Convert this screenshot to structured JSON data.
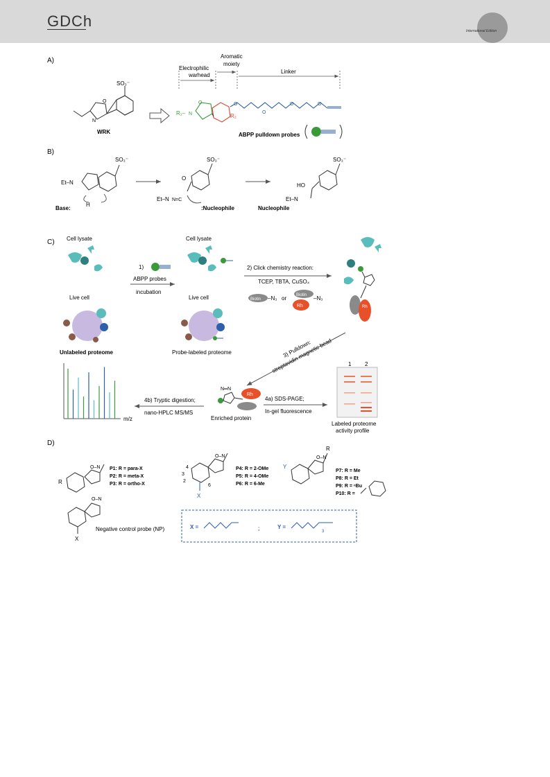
{
  "header": {
    "logo_text": "GDCh",
    "edition": "International Edition"
  },
  "panel_labels": [
    "A)",
    "B)",
    "C)",
    "D)"
  ],
  "panelA": {
    "so3": "SO₃⁻",
    "wrk_label": "WRK",
    "brackets": [
      "Electrophilic",
      "warhead",
      "Aromatic",
      "moiety",
      "Linker"
    ],
    "r1": "R₁–",
    "r2": "R₂",
    "probes_label": "ABPP pulldown probes"
  },
  "panelB": {
    "so3": "SO₃⁻",
    "et_n": "Et–N",
    "base": "Base:",
    "h": "H",
    "o": "O",
    "n_c": "N=C",
    "nucleophile_attack": ":Nucleophile",
    "ho": "HO",
    "nucleophile": "Nucleophile"
  },
  "panelC": {
    "cell_lysate": "Cell lysate",
    "live_cell": "Live cell",
    "step1": "1)",
    "step1_line2": "ABPP probes",
    "step1_line3": "incubation",
    "step2_line1": "2) Click chemistry reaction:",
    "step2_line2": "TCEP, TBTA, CuSO₄",
    "biotin": "Biotin",
    "n3": "–N₃",
    "or": "or",
    "rh": "Rh",
    "unlabeled": "Unlabeled proteome",
    "probe_labeled": "Probe-labeled proteome",
    "step3_line1": "3) Pulldown:",
    "step3_line2": "streptavidin magnetic bead",
    "step4b_line1": "4b) Tryptic digestion;",
    "step4b_line2": "nano-HPLC MS/MS",
    "step4a_line1": "4a) SDS-PAGE;",
    "step4a_line2": "In-gel fluorescence",
    "enriched": "Enriched protein",
    "profile_line1": "Labeled proteome",
    "profile_line2": "activity profile",
    "mz": "m/z",
    "lanes": [
      "1",
      "2"
    ],
    "triazole": "N═N",
    "spectrum_peaks": [
      0.95,
      0.55,
      0.78,
      0.42,
      0.88,
      0.35,
      0.62,
      0.98,
      0.5,
      0.72
    ]
  },
  "panelD": {
    "group1": [
      "P1: R = para-X",
      "P2: R = meta-X",
      "P3: R = ortho-X"
    ],
    "group2": [
      "P4: R = 2-OMe",
      "P5: R = 4-OMe",
      "P6: R = 6-Me"
    ],
    "group3": [
      "P7: R = Me",
      "P8: R = Et",
      "P9: R = ⁿBu",
      "P10: R ="
    ],
    "ring_numbers": [
      "4",
      "3",
      "2",
      "6"
    ],
    "r_label": "R",
    "x_label": "X",
    "y_label": "Y",
    "on_label": "O–N",
    "np_label": "Negative control probe (NP)",
    "x_def": "X =",
    "y_def": "Y =",
    "sep": ";",
    "sub3": "3"
  },
  "colors": {
    "green": "#3a9a3a",
    "red": "#d94a30",
    "blue": "#2f5fa8",
    "teal": "#5bbcbc",
    "rh": "#e8502a",
    "gray": "#8a8a8a"
  }
}
